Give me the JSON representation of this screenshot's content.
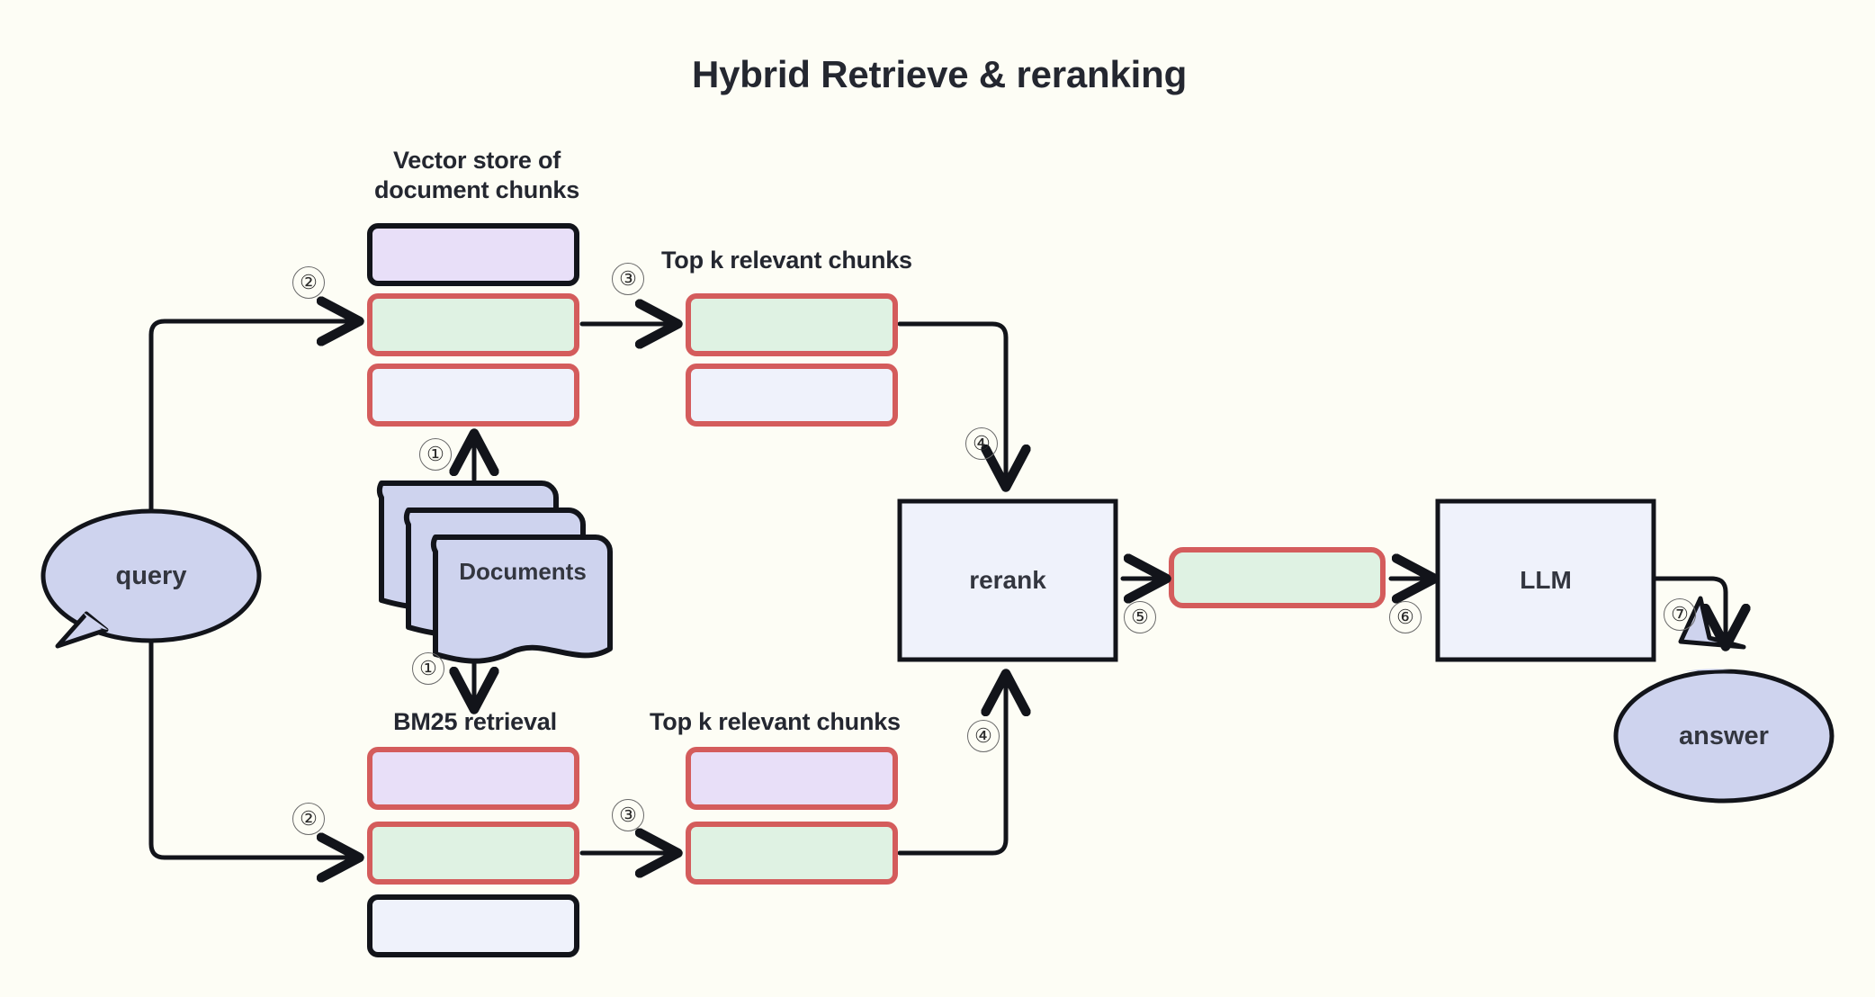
{
  "diagram": {
    "title": "Hybrid Retrieve & reranking",
    "background_color": "#FDFDF5"
  },
  "palette": {
    "purple_fill": "#E8DFF8",
    "green_fill": "#DFF2E3",
    "bluewhite_fill": "#EFF2FB",
    "lavender_fill": "#CED3EE",
    "red_border": "#D45C5C",
    "black_border": "#12141A",
    "text_color": "#242730"
  },
  "labels": {
    "vector_store": "Vector store of\ndocument chunks",
    "topk_upper": "Top k relevant chunks",
    "topk_lower": "Top k relevant chunks",
    "bm25": "BM25 retrieval"
  },
  "nodes": {
    "query": "query",
    "documents": "Documents",
    "rerank": "rerank",
    "llm": "LLM",
    "answer": "answer"
  },
  "step_numbers": {
    "one_up": "①",
    "one_down": "①",
    "two_up": "②",
    "two_down": "②",
    "three_up": "③",
    "three_down": "③",
    "four_up": "④",
    "four_down": "④",
    "five": "⑤",
    "six": "⑥",
    "seven": "⑦"
  },
  "chart_data": {
    "type": "diagram",
    "title": "Hybrid Retrieve & reranking",
    "nodes": [
      {
        "id": "query",
        "label": "query",
        "shape": "speech-bubble",
        "fill": "#CED3EE"
      },
      {
        "id": "documents",
        "label": "Documents",
        "shape": "document-stack",
        "fill": "#CED3EE"
      },
      {
        "id": "vector-store",
        "label": "Vector store of document chunks",
        "shape": "chunk-list",
        "chunks": [
          {
            "fill": "#E8DFF8",
            "border": "#12141A"
          },
          {
            "fill": "#DFF2E3",
            "border": "#D45C5C"
          },
          {
            "fill": "#EFF2FB",
            "border": "#D45C5C"
          }
        ]
      },
      {
        "id": "bm25",
        "label": "BM25 retrieval",
        "shape": "chunk-list",
        "chunks": [
          {
            "fill": "#E8DFF8",
            "border": "#D45C5C"
          },
          {
            "fill": "#DFF2E3",
            "border": "#D45C5C"
          },
          {
            "fill": "#EFF2FB",
            "border": "#12141A"
          }
        ]
      },
      {
        "id": "topk-upper",
        "label": "Top k relevant chunks",
        "shape": "chunk-list",
        "chunks": [
          {
            "fill": "#DFF2E3",
            "border": "#D45C5C"
          },
          {
            "fill": "#EFF2FB",
            "border": "#D45C5C"
          }
        ]
      },
      {
        "id": "topk-lower",
        "label": "Top k relevant chunks",
        "shape": "chunk-list",
        "chunks": [
          {
            "fill": "#E8DFF8",
            "border": "#D45C5C"
          },
          {
            "fill": "#DFF2E3",
            "border": "#D45C5C"
          }
        ]
      },
      {
        "id": "rerank",
        "label": "rerank",
        "shape": "rectangle",
        "fill": "#EFF2FB"
      },
      {
        "id": "reranked-chunk",
        "label": "",
        "shape": "rounded-rect",
        "fill": "#DFF2E3",
        "border": "#D45C5C"
      },
      {
        "id": "llm",
        "label": "LLM",
        "shape": "rectangle",
        "fill": "#EFF2FB"
      },
      {
        "id": "answer",
        "label": "answer",
        "shape": "thought-bubble",
        "fill": "#CED3EE"
      }
    ],
    "edges": [
      {
        "from": "documents",
        "to": "vector-store",
        "step": "1"
      },
      {
        "from": "documents",
        "to": "bm25",
        "step": "1"
      },
      {
        "from": "query",
        "to": "vector-store",
        "step": "2"
      },
      {
        "from": "query",
        "to": "bm25",
        "step": "2"
      },
      {
        "from": "vector-store",
        "to": "topk-upper",
        "step": "3"
      },
      {
        "from": "bm25",
        "to": "topk-lower",
        "step": "3"
      },
      {
        "from": "topk-upper",
        "to": "rerank",
        "step": "4"
      },
      {
        "from": "topk-lower",
        "to": "rerank",
        "step": "4"
      },
      {
        "from": "rerank",
        "to": "reranked-chunk",
        "step": "5"
      },
      {
        "from": "reranked-chunk",
        "to": "llm",
        "step": "6"
      },
      {
        "from": "llm",
        "to": "answer",
        "step": "7"
      }
    ]
  }
}
